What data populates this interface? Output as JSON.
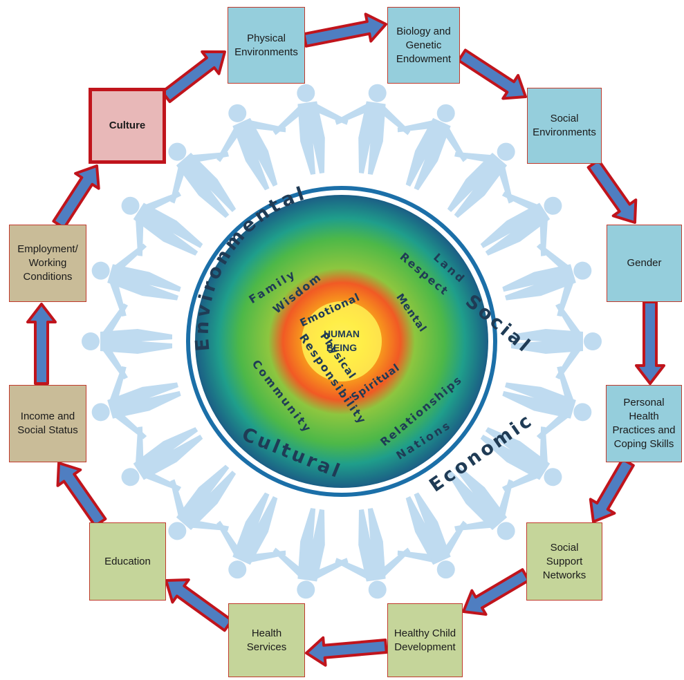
{
  "colors": {
    "blue_box": "#95cedc",
    "pink_box": "#e8b8b8",
    "tan_box": "#c9bc98",
    "green_box": "#c5d59a",
    "box_border": "#c0392b",
    "arrow_fill": "#4f7ec1",
    "arrow_stroke": "#c0141c",
    "silhouette": "#b8d7ef",
    "wheel_outer": "#1f6f8b",
    "wheel_green": "#4db848",
    "wheel_orange": "#f15a24",
    "wheel_center": "#fff36b",
    "wheel_text": "#1f3b55"
  },
  "boxes": [
    {
      "id": "physical-environments",
      "label": "Physical\nEnvironments",
      "color": "#95cedc",
      "emphasis": false
    },
    {
      "id": "biology-genetic-endowment",
      "label": "Biology and\nGenetic\nEndowment",
      "color": "#95cedc",
      "emphasis": false
    },
    {
      "id": "social-environments",
      "label": "Social\nEnvironments",
      "color": "#95cedc",
      "emphasis": false
    },
    {
      "id": "gender",
      "label": "Gender",
      "color": "#95cedc",
      "emphasis": false
    },
    {
      "id": "personal-health-practices",
      "label": "Personal\nHealth\nPractices and\nCoping Skills",
      "color": "#95cedc",
      "emphasis": false
    },
    {
      "id": "social-support-networks",
      "label": "Social\nSupport\nNetworks",
      "color": "#c5d59a",
      "emphasis": false
    },
    {
      "id": "healthy-child-development",
      "label": "Healthy Child\nDevelopment",
      "color": "#c5d59a",
      "emphasis": false
    },
    {
      "id": "health-services",
      "label": "Health\nServices",
      "color": "#c5d59a",
      "emphasis": false
    },
    {
      "id": "education",
      "label": "Education",
      "color": "#c5d59a",
      "emphasis": false
    },
    {
      "id": "income-social-status",
      "label": "Income and\nSocial Status",
      "color": "#c9bc98",
      "emphasis": false
    },
    {
      "id": "employment-working-conditions",
      "label": "Employment/\nWorking\nConditions",
      "color": "#c9bc98",
      "emphasis": false
    },
    {
      "id": "culture",
      "label": "Culture",
      "color": "#e8b8b8",
      "emphasis": true
    }
  ],
  "wheel": {
    "center_line1": "HUMAN",
    "center_line2": "BEING",
    "outer_ring": [
      "Environmental",
      "Social",
      "Economic",
      "Cultural"
    ],
    "third_ring": [
      "Family",
      "Land",
      "Nations",
      "Community"
    ],
    "second_ring": [
      "Wisdom",
      "Respect",
      "Relationships",
      "Responsibility"
    ],
    "inner_ring": [
      "Emotional",
      "Mental",
      "Spiritual",
      "Physical"
    ]
  }
}
